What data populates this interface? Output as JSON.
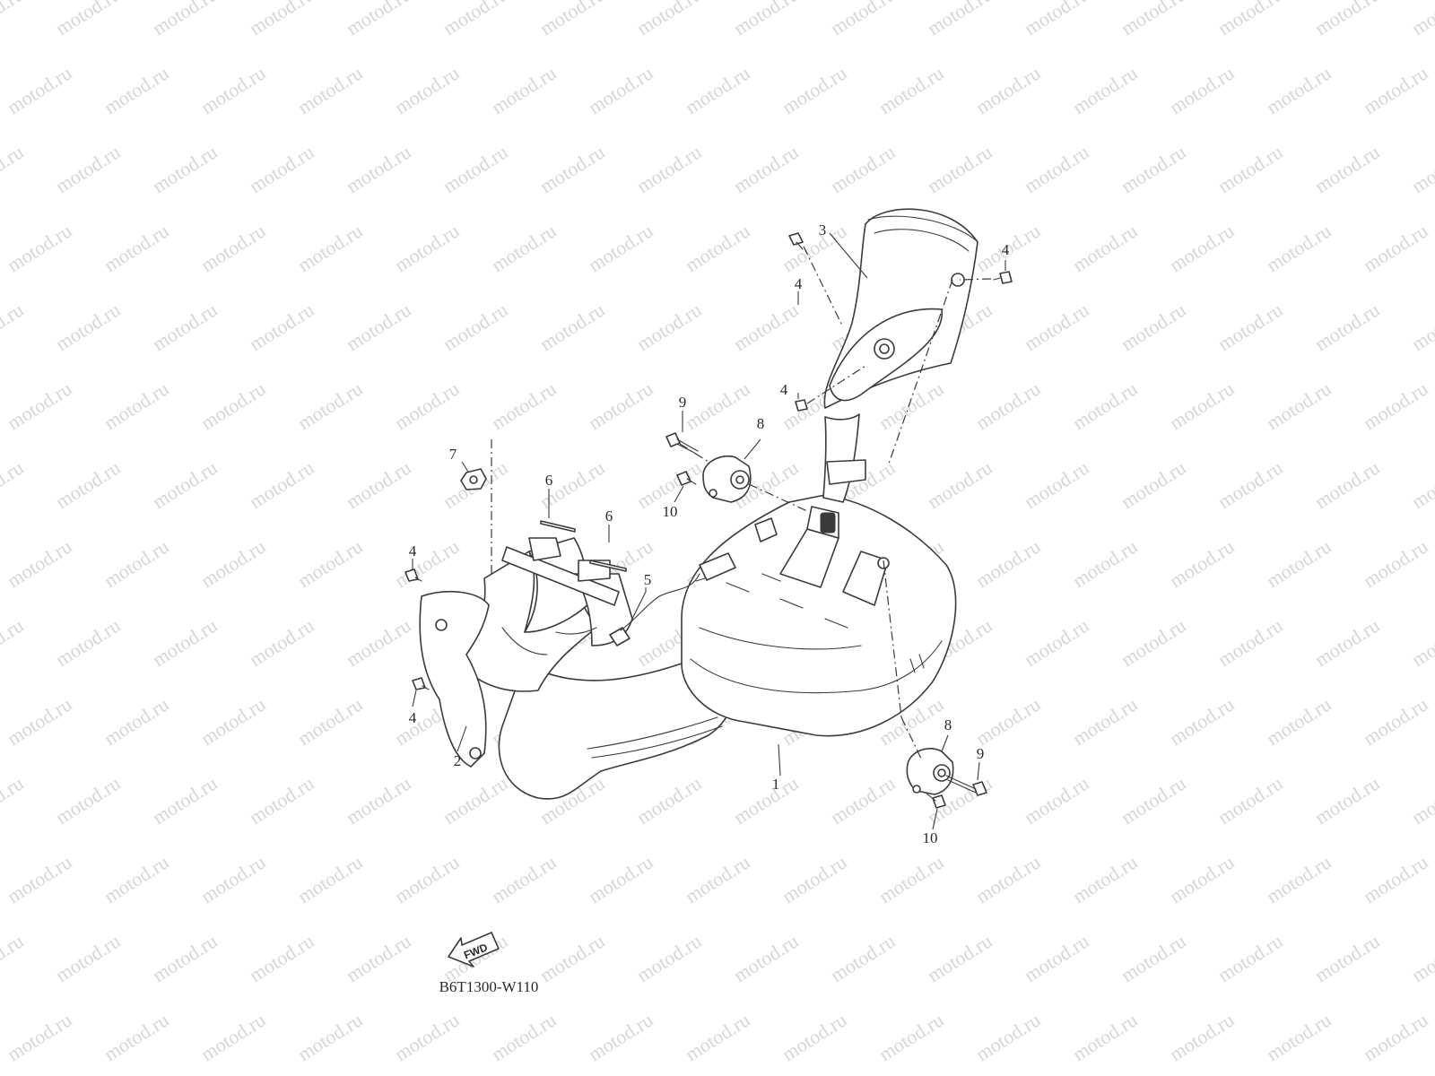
{
  "watermark": {
    "text": "motod.ru"
  },
  "diagram": {
    "code": "B6T1300-W110",
    "fwd_label": "FWD",
    "callouts": [
      {
        "id": "c1",
        "label": "1"
      },
      {
        "id": "c2",
        "label": "2"
      },
      {
        "id": "c3",
        "label": "3"
      },
      {
        "id": "c4a",
        "label": "4"
      },
      {
        "id": "c4b",
        "label": "4"
      },
      {
        "id": "c4c",
        "label": "4"
      },
      {
        "id": "c4d",
        "label": "4"
      },
      {
        "id": "c4e",
        "label": "4"
      },
      {
        "id": "c5",
        "label": "5"
      },
      {
        "id": "c6a",
        "label": "6"
      },
      {
        "id": "c6b",
        "label": "6"
      },
      {
        "id": "c7",
        "label": "7"
      },
      {
        "id": "c8a",
        "label": "8"
      },
      {
        "id": "c8b",
        "label": "8"
      },
      {
        "id": "c9a",
        "label": "9"
      },
      {
        "id": "c9b",
        "label": "9"
      },
      {
        "id": "c10a",
        "label": "10"
      },
      {
        "id": "c10b",
        "label": "10"
      }
    ]
  }
}
